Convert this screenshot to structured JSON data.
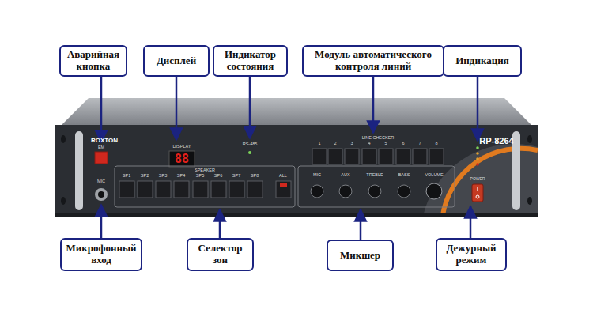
{
  "diagram": {
    "nodes": [
      {
        "text": [
          "Аварийная кнопка"
        ]
      },
      {
        "text": [
          "Дисплей"
        ]
      },
      {
        "text": [
          "Индикатор состояния"
        ]
      },
      {
        "text": [
          "Модуль автоматического контроля линий"
        ]
      },
      {
        "text": [
          "Индикация"
        ]
      },
      {
        "text": [
          "Микрофонный вход"
        ]
      },
      {
        "text": [
          "Селектор зон"
        ]
      },
      {
        "text": [
          "Микшер"
        ]
      },
      {
        "text": [
          "Дежурный режим"
        ]
      }
    ],
    "labels": [
      "ROXTON",
      "EM",
      "DISPLAY",
      "88",
      "RS-485",
      "LINE CHECKER",
      "1",
      "2",
      "3",
      "4",
      "5",
      "6",
      "7",
      "8",
      "RP-8264",
      "MIC",
      "SPEAKER",
      "SP1",
      "SP2",
      "SP3",
      "SP4",
      "SP5",
      "SP6",
      "SP7",
      "SP8",
      "ALL",
      "MIC",
      "AUX",
      "TREBLE",
      "BASS",
      "VOLUME",
      "POWER"
    ]
  }
}
